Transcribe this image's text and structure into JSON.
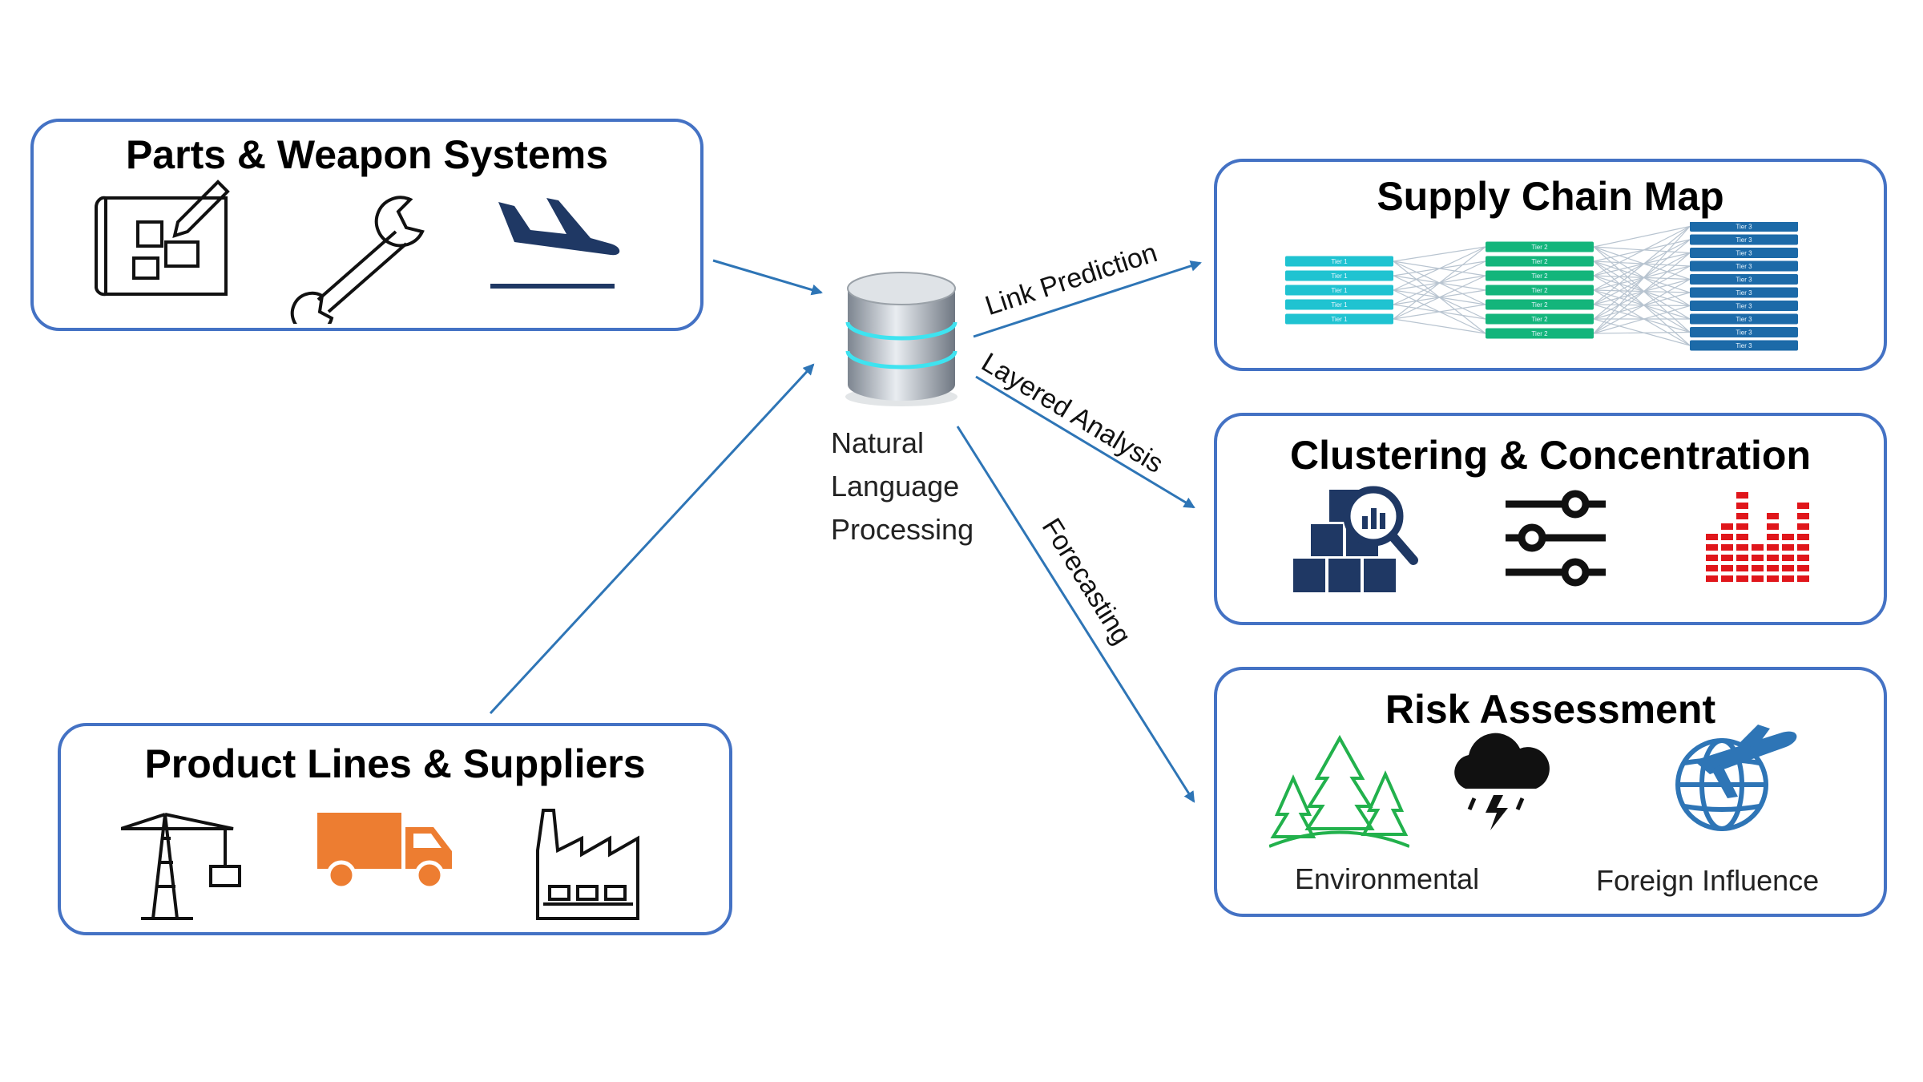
{
  "inputs": {
    "parts": {
      "title": "Parts & Weapon Systems",
      "icons": [
        "blueprint-icon",
        "wrench-icon",
        "airplane-landing-icon"
      ]
    },
    "products": {
      "title": "Product Lines & Suppliers",
      "icons": [
        "crane-icon",
        "truck-icon",
        "factory-icon"
      ]
    }
  },
  "center": {
    "icon": "database-icon",
    "label_lines": [
      "Natural",
      "Language",
      "Processing"
    ]
  },
  "arrows": {
    "link_prediction": "Link Prediction",
    "layered_analysis": "Layered Analysis",
    "forecasting": "Forecasting"
  },
  "outputs": {
    "supply_chain": {
      "title": "Supply Chain Map",
      "tiers": [
        {
          "label": "Tier 1",
          "count": 5,
          "color": "#1fc3d1"
        },
        {
          "label": "Tier 2",
          "count": 7,
          "color": "#13b57b"
        },
        {
          "label": "Tier 3",
          "count": 10,
          "color": "#1c6aa8"
        }
      ]
    },
    "clustering": {
      "title": "Clustering & Concentration",
      "icons": [
        "boxes-magnifier-icon",
        "sliders-icon",
        "equalizer-bars-icon"
      ]
    },
    "risk": {
      "title": "Risk Assessment",
      "environmental_label": "Environmental",
      "foreign_label": "Foreign Influence",
      "icons": [
        "forest-icon",
        "storm-cloud-icon",
        "globe-plane-icon"
      ]
    }
  },
  "colors": {
    "box_border": "#4472c4",
    "arrow": "#2e75b6",
    "navy": "#1f3864",
    "orange": "#ed7d31",
    "red": "#e0161b",
    "green": "#22b14c"
  }
}
